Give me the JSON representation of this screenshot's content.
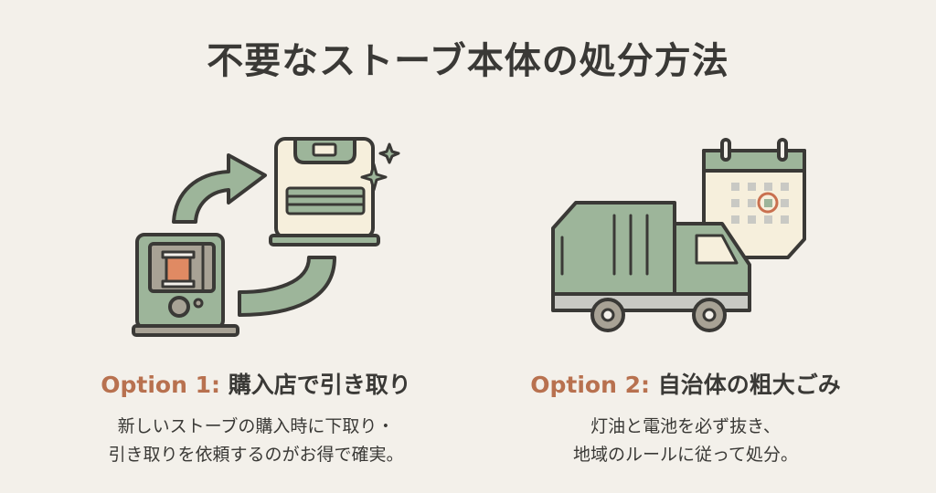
{
  "title": "不要なストーブ本体の処分方法",
  "options": [
    {
      "label": "Option 1:",
      "heading": "購入店で引き取り",
      "lines": [
        "新しいストーブの購入時に下取り・",
        "引き取りを依頼するのがお得で確実。"
      ],
      "icon": "stove-trade-in-icon"
    },
    {
      "label": "Option 2:",
      "heading": "自治体の粗大ごみ",
      "lines": [
        "灯油と電池を必ず抜き、",
        "地域のルールに従って処分。"
      ],
      "icon": "garbage-truck-calendar-icon"
    }
  ],
  "colors": {
    "background": "#f3f0ea",
    "green": "#9db59a",
    "accent": "#b8714f",
    "ink": "#3a3936"
  }
}
